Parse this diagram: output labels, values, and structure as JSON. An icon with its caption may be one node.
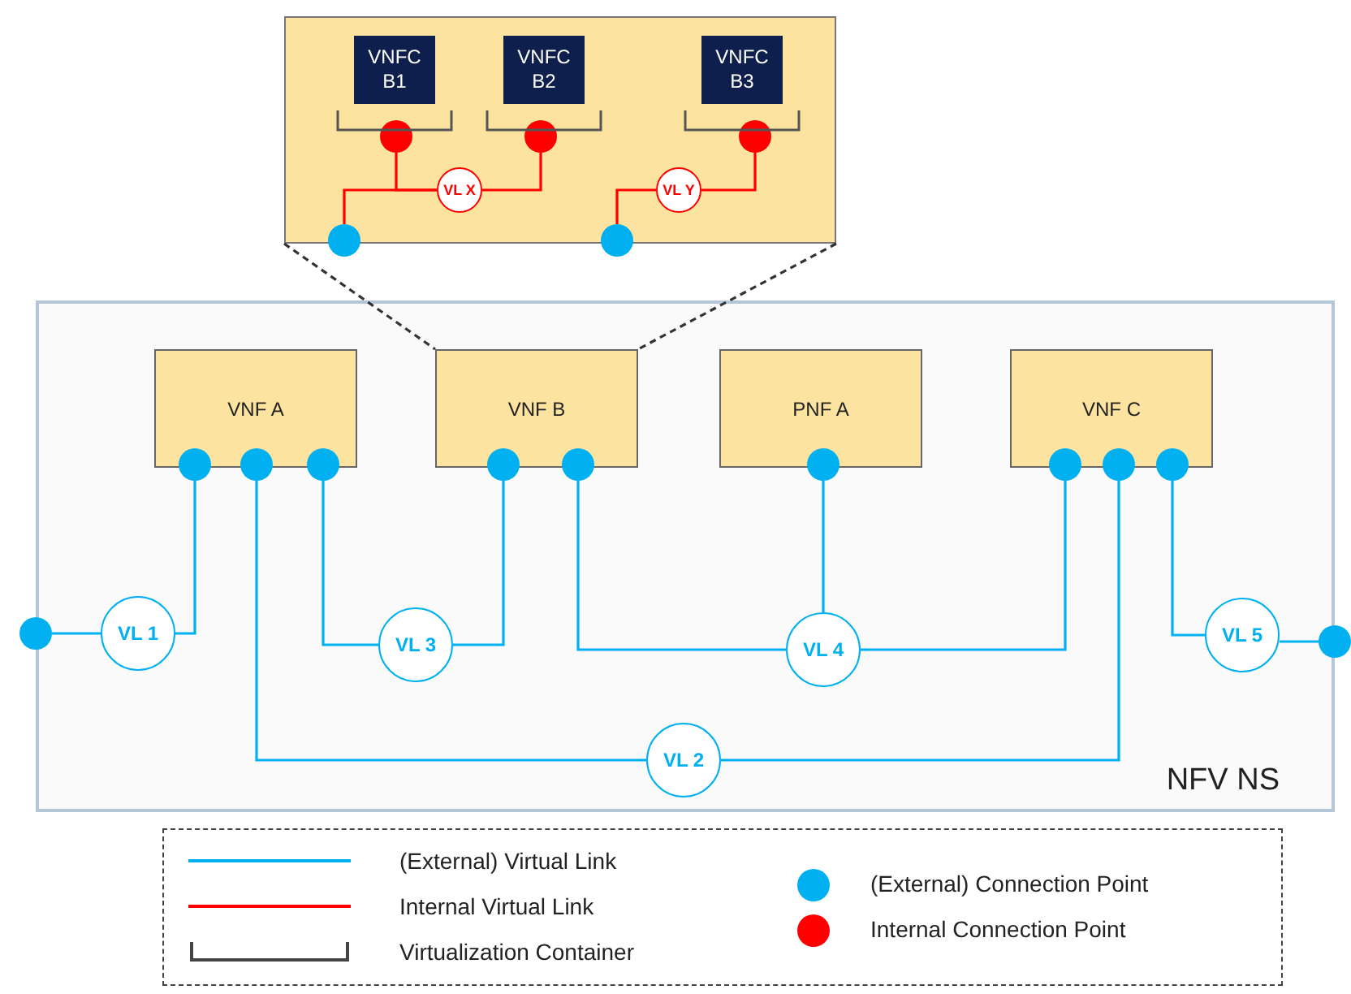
{
  "diagram": {
    "nodes": [
      {
        "text": [],
        "shape": "box"
      },
      {
        "text": [
          "VNFC B1"
        ],
        "in": 0
      },
      {
        "text": [
          "VNFC B2"
        ],
        "in": 0
      },
      {
        "text": [
          "VNFC B3"
        ],
        "in": 0
      },
      {
        "text": [],
        "shape": "circle",
        "in": 0
      },
      {
        "text": [],
        "shape": "circle",
        "in": 0
      },
      {
        "text": [],
        "shape": "circle",
        "in": 0
      },
      {
        "text": [
          "VL X"
        ],
        "in": 0
      },
      {
        "text": [
          "VL Y"
        ],
        "in": 0
      },
      {
        "text": [],
        "shape": "circle"
      },
      {
        "text": [],
        "shape": "circle"
      },
      {
        "text": [
          "NFV NS"
        ]
      },
      {
        "text": [
          "VNF A"
        ],
        "in": 11
      },
      {
        "text": [
          "VNF B"
        ],
        "in": 11
      },
      {
        "text": [
          "PNF A"
        ],
        "in": 11
      },
      {
        "text": [
          "VNF C"
        ],
        "in": 11
      },
      {
        "text": [],
        "shape": "circle",
        "in": 11
      },
      {
        "text": [],
        "shape": "circle",
        "in": 11
      },
      {
        "text": [],
        "shape": "circle",
        "in": 11
      },
      {
        "text": [],
        "shape": "circle",
        "in": 11
      },
      {
        "text": [],
        "shape": "circle",
        "in": 11
      },
      {
        "text": [],
        "shape": "circle",
        "in": 11
      },
      {
        "text": [],
        "shape": "circle",
        "in": 11
      },
      {
        "text": [],
        "shape": "circle",
        "in": 11
      },
      {
        "text": [],
        "shape": "circle",
        "in": 11
      },
      {
        "text": [],
        "shape": "circle"
      },
      {
        "text": [],
        "shape": "circle"
      },
      {
        "text": [
          "VL 1"
        ],
        "in": 11
      },
      {
        "text": [
          "VL 3"
        ],
        "in": 11
      },
      {
        "text": [
          "VL 4"
        ],
        "in": 11
      },
      {
        "text": [
          "VL 5"
        ],
        "in": 11
      },
      {
        "text": [
          "VL 2"
        ],
        "in": 11
      }
    ],
    "edges": [
      {
        "from": 7,
        "to": 4,
        "arrow": "none",
        "color": "#ff0000"
      },
      {
        "from": 7,
        "to": 5,
        "arrow": "none",
        "color": "#ff0000"
      },
      {
        "from": 7,
        "to": 9,
        "arrow": "none",
        "color": "#ff0000"
      },
      {
        "from": 8,
        "to": 6,
        "arrow": "none",
        "color": "#ff0000"
      },
      {
        "from": 8,
        "to": 10,
        "arrow": "none",
        "color": "#ff0000"
      },
      {
        "from": 0,
        "to": 13,
        "arrow": "none",
        "style": "dashed",
        "color": "#333333"
      },
      {
        "from": 0,
        "to": 13,
        "arrow": "none",
        "style": "dashed",
        "color": "#333333"
      },
      {
        "from": 27,
        "to": 25,
        "arrow": "none"
      },
      {
        "from": 27,
        "to": 16,
        "arrow": "none"
      },
      {
        "from": 28,
        "to": 18,
        "arrow": "none"
      },
      {
        "from": 28,
        "to": 19,
        "arrow": "none"
      },
      {
        "from": 29,
        "to": 20,
        "arrow": "none"
      },
      {
        "from": 29,
        "to": 21,
        "arrow": "none"
      },
      {
        "from": 29,
        "to": 22,
        "arrow": "none"
      },
      {
        "from": 30,
        "to": 24,
        "arrow": "none"
      },
      {
        "from": 30,
        "to": 26,
        "arrow": "none"
      },
      {
        "from": 31,
        "to": 17,
        "arrow": "none"
      },
      {
        "from": 31,
        "to": 23,
        "arrow": "none"
      }
    ],
    "legend": [
      {
        "text": "(External) Virtual Link"
      },
      {
        "text": "Internal Virtual Link"
      },
      {
        "text": "Virtualization Container"
      },
      {
        "text": "(External) Connection Point",
        "color": "#00b0f0"
      },
      {
        "text": "Internal Connection Point",
        "color": "#ff0000"
      }
    ]
  }
}
